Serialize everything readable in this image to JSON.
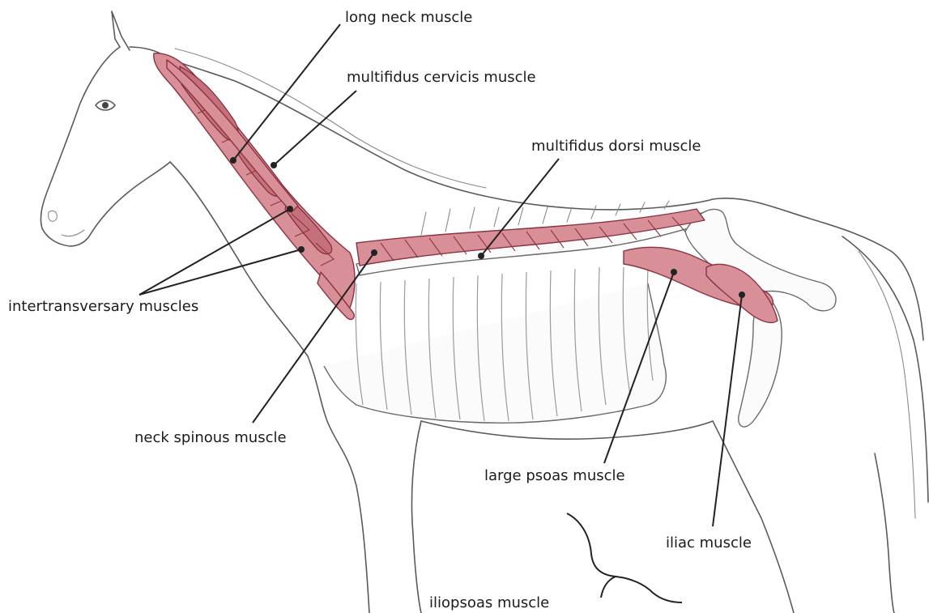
{
  "labels": {
    "long_neck": "long neck muscle",
    "multifidus_cervicis": "multifidus cervicis muscle",
    "multifidus_dorsi": "multifidus dorsi muscle",
    "intertransversary": "intertransversary muscles",
    "neck_spinous": "neck spinous muscle",
    "large_psoas": "large psoas muscle",
    "iliac": "iliac muscle",
    "iliopsoas": "iliopsoas muscle"
  },
  "colors": {
    "muscle": "#d98f97",
    "muscle_outline": "#8b3340",
    "line_art": "#5a5a5a",
    "leader": "#222222"
  }
}
